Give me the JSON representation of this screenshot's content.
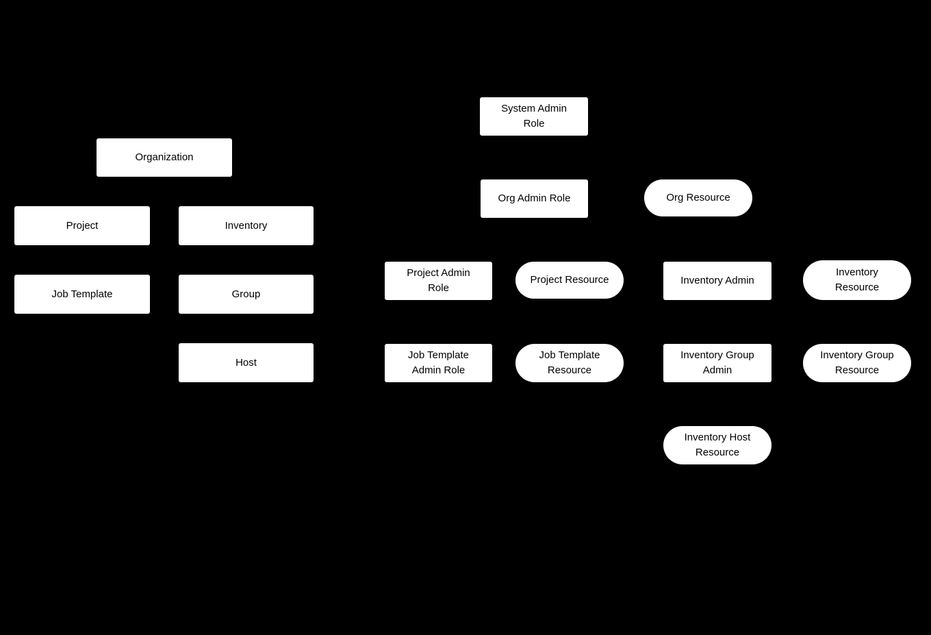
{
  "canvas": {
    "background": "#000000",
    "node_fill": "#ffffff",
    "node_text_color": "#000000"
  },
  "nodes": [
    {
      "id": "organization",
      "shape": "rect",
      "label": "Organization"
    },
    {
      "id": "project",
      "shape": "rect",
      "label": "Project"
    },
    {
      "id": "inventory",
      "shape": "rect",
      "label": "Inventory"
    },
    {
      "id": "job-template",
      "shape": "rect",
      "label": "Job Template"
    },
    {
      "id": "group",
      "shape": "rect",
      "label": "Group"
    },
    {
      "id": "host",
      "shape": "rect",
      "label": "Host"
    },
    {
      "id": "system-admin-role",
      "shape": "rect",
      "label": "System Admin\nRole"
    },
    {
      "id": "org-admin-role",
      "shape": "rect",
      "label": "Org Admin Role"
    },
    {
      "id": "org-resource",
      "shape": "pill",
      "label": "Org Resource"
    },
    {
      "id": "project-admin-role",
      "shape": "rect",
      "label": "Project Admin\nRole"
    },
    {
      "id": "project-resource",
      "shape": "pill",
      "label": "Project Resource"
    },
    {
      "id": "inventory-admin",
      "shape": "rect",
      "label": "Inventory Admin"
    },
    {
      "id": "inventory-resource",
      "shape": "pill",
      "label": "Inventory\nResource"
    },
    {
      "id": "job-template-admin-role",
      "shape": "rect",
      "label": "Job Template\nAdmin Role"
    },
    {
      "id": "job-template-resource",
      "shape": "pill",
      "label": "Job Template\nResource"
    },
    {
      "id": "inventory-group-admin",
      "shape": "rect",
      "label": "Inventory Group\nAdmin"
    },
    {
      "id": "inventory-group-resource",
      "shape": "pill",
      "label": "Inventory Group\nResource"
    },
    {
      "id": "inventory-host-resource",
      "shape": "pill",
      "label": "Inventory Host\nResource"
    }
  ]
}
